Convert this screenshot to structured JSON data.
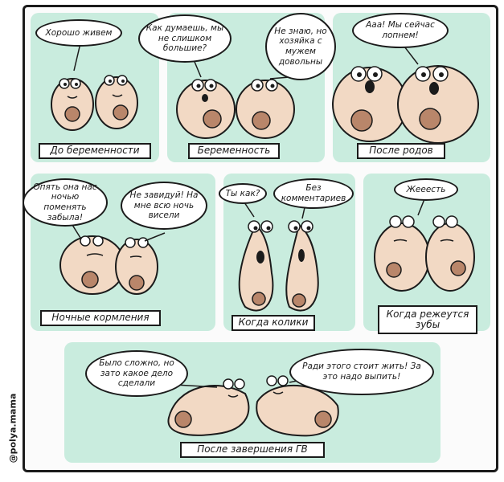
{
  "watermark": "@polya.mama",
  "panels": [
    {
      "caption": "До беременности",
      "bubbles": [
        "Хорошо живем"
      ]
    },
    {
      "caption": "Беременность",
      "bubbles": [
        "Как думаешь, мы не слишком большие?",
        "Не знаю, но хозяйка с мужем довольны"
      ]
    },
    {
      "caption": "После родов",
      "bubbles": [
        "Ааа! Мы сейчас лопнем!"
      ]
    },
    {
      "caption": "Ночные кормления",
      "bubbles": [
        "Опять она нас ночью поменять забыла!",
        "Не завидуй! На мне всю ночь висели"
      ]
    },
    {
      "caption": "Когда колики",
      "bubbles": [
        "Ты как?",
        "Без комментариев"
      ]
    },
    {
      "caption": "Когда режеутся зубы",
      "bubbles": [
        "Жееесть"
      ]
    },
    {
      "caption": "После завершения ГВ",
      "bubbles": [
        "Было сложно, но зато какое дело сделали",
        "Ради этого стоит жить! За это надо выпить!"
      ]
    }
  ]
}
